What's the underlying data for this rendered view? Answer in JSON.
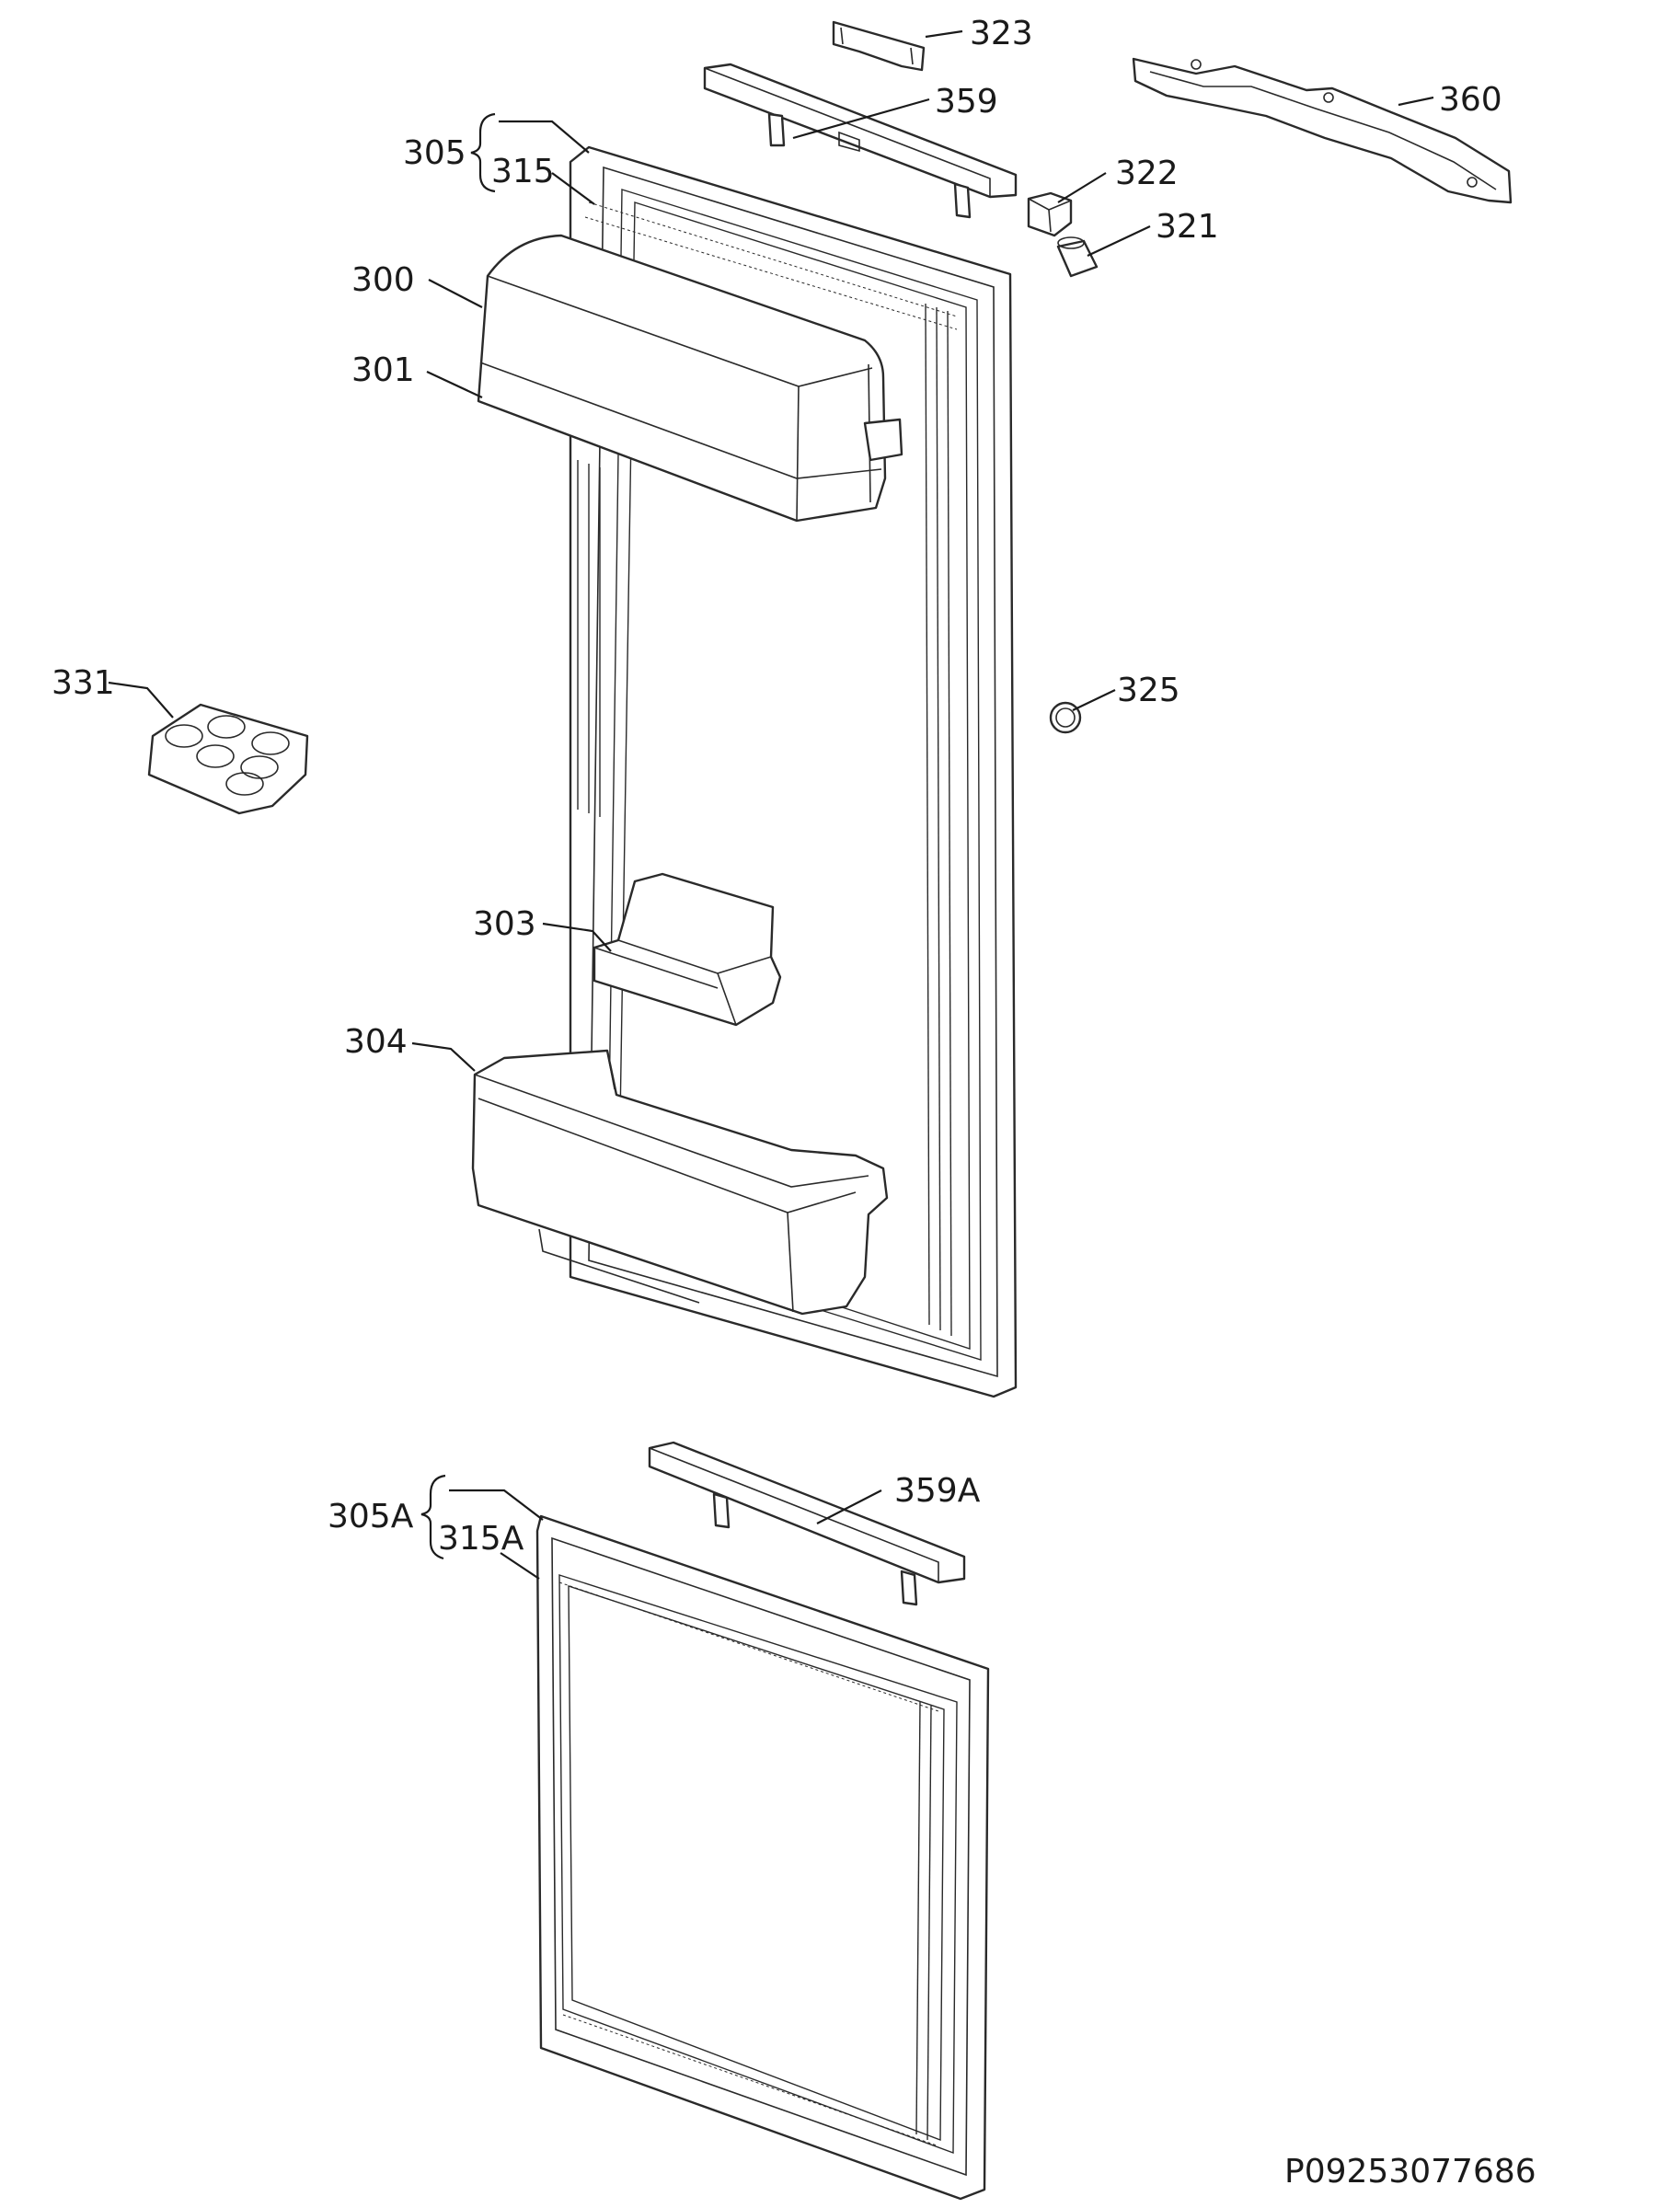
{
  "labels": {
    "p323": "323",
    "p359": "359",
    "p360": "360",
    "p305": "305",
    "p315": "315",
    "p322": "322",
    "p321": "321",
    "p300": "300",
    "p301": "301",
    "p331": "331",
    "p325": "325",
    "p303": "303",
    "p304": "304",
    "p359A": "359A",
    "p305A": "305A",
    "p315A": "315A"
  },
  "drawing_code": "P09253077686"
}
